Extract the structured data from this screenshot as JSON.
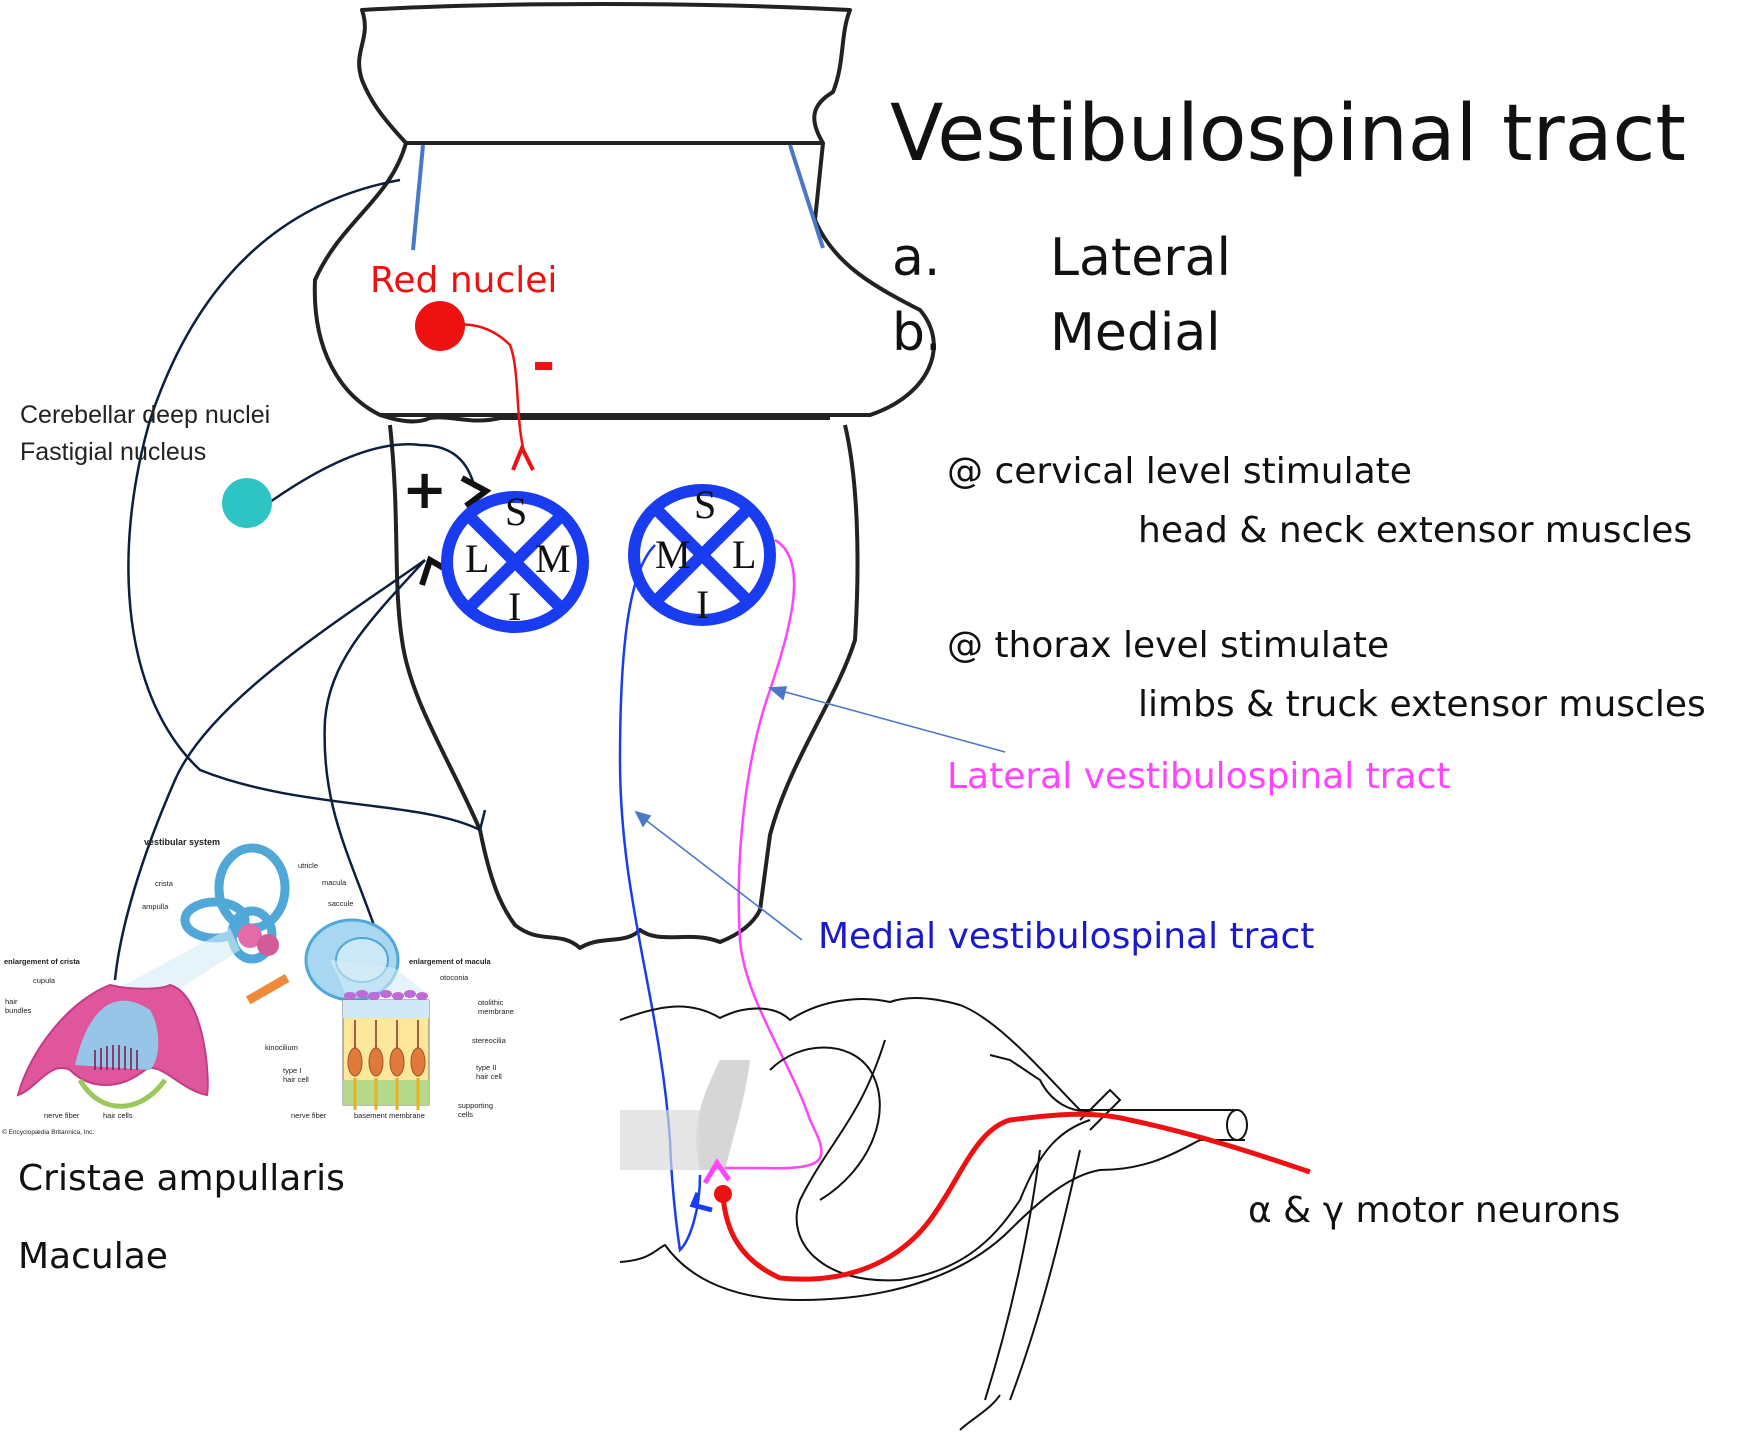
{
  "title": "Vestibulospinal tract",
  "list": {
    "a_marker": "a.",
    "a_label": "Lateral",
    "b_marker": "b.",
    "b_label": "Medial"
  },
  "notes": {
    "cervical_line": "@ cervical level stimulate",
    "cervical_target": "head & neck extensor muscles",
    "thorax_line": "@ thorax level stimulate",
    "thorax_target": "limbs & truck extensor muscles"
  },
  "labels": {
    "red_nuclei": "Red nuclei",
    "minus_sign": "-",
    "plus_sign": "+",
    "cerebellar_line1": "Cerebellar deep nuclei",
    "cerebellar_line2": "Fastigial nucleus",
    "lateral_tract": "Lateral vestibulospinal tract",
    "medial_tract": "Medial vestibulospinal tract",
    "motor_neurons": "α & γ motor neurons",
    "cristae": "Cristae ampullaris",
    "maculae": "Maculae"
  },
  "nucleus_left": {
    "top": "S",
    "left": "L",
    "right": "M",
    "bottom": "I"
  },
  "nucleus_right": {
    "top": "S",
    "left": "M",
    "right": "L",
    "bottom": "I"
  },
  "inset": {
    "heading": "vestibular system",
    "crista_heading": "enlargement of crista",
    "macula_heading": "enlargement of macula",
    "utricle": "utricle",
    "crista": "crista",
    "macula": "macula",
    "ampulla": "ampulla",
    "saccule": "saccule",
    "cupula": "cupula",
    "hair_bundles_1": "hair",
    "hair_bundles_2": "bundles",
    "nerve_fiber_left": "nerve fiber",
    "hair_cells": "hair cells",
    "otoconia": "otoconia",
    "otolithic_1": "otolithic",
    "otolithic_2": "membrane",
    "stereocilia": "stereocilia",
    "kinocilium": "kinocilium",
    "type1_1": "type I",
    "type1_2": "hair cell",
    "type2_1": "type II",
    "type2_2": "hair cell",
    "nerve_fiber_right": "nerve fiber",
    "basement": "basement membrane",
    "supporting_1": "supporting",
    "supporting_2": "cells",
    "copyright": "© Encyclopædia Britannica, Inc."
  },
  "colors": {
    "red": "#ee1111",
    "blue": "#1a3cf0",
    "dark_navy": "#0d1f3c",
    "magenta": "#ff44ff",
    "teal": "#2ec4c4",
    "link_blue": "#4a78c8",
    "medial_text": "#1a1acc"
  }
}
